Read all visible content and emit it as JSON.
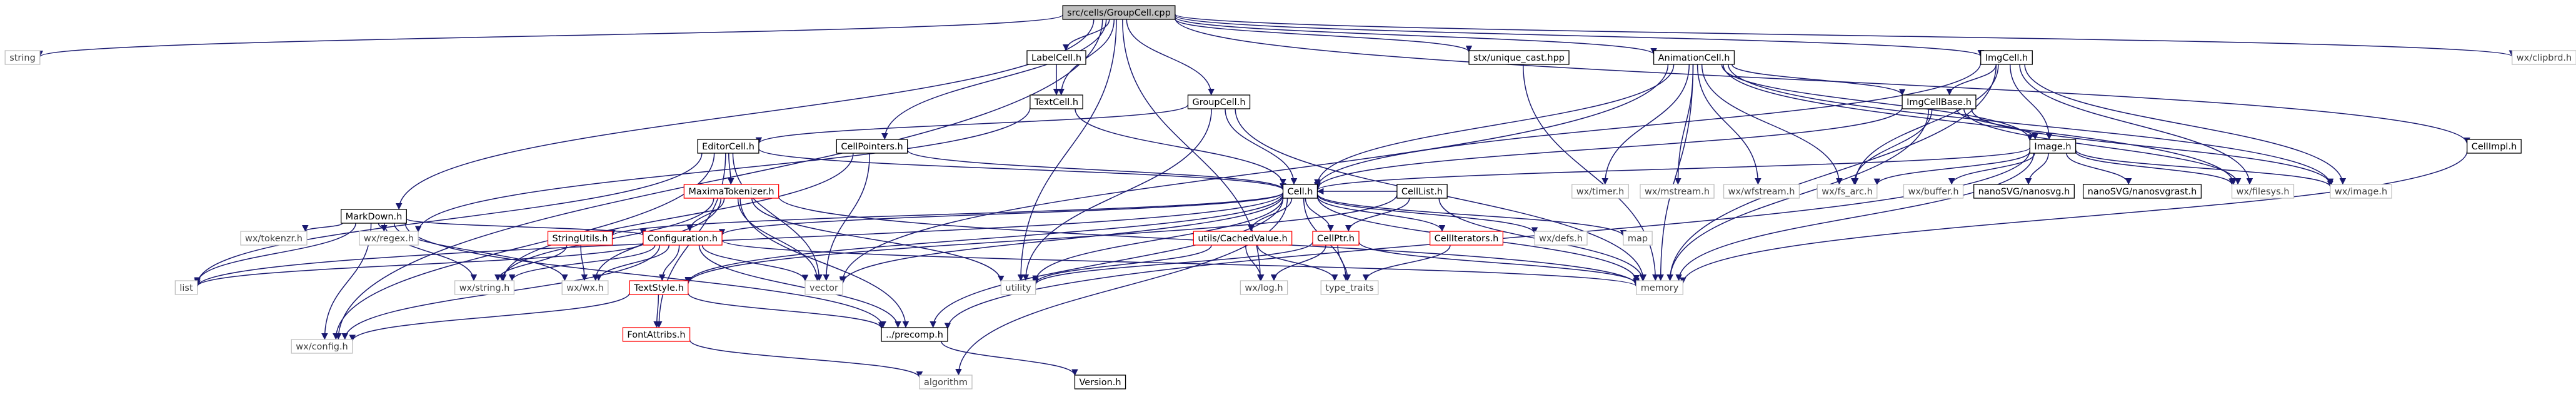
{
  "graph": {
    "colors": {
      "edge": "#191970",
      "sys_node_border": "#bfbfbf",
      "sys_node_text": "#404040",
      "project_node_border": "#000000",
      "project_node_text": "#000000",
      "flagged_node_border": "#ff0000",
      "root_fill": "#bfbfbf"
    },
    "nodes": [
      {
        "id": "root",
        "label": "src/cells/GroupCell.cpp",
        "kind": "root"
      },
      {
        "id": "string",
        "label": "string",
        "kind": "sys"
      },
      {
        "id": "wxconfig",
        "label": "wx/config.h",
        "kind": "sys"
      },
      {
        "id": "markdown",
        "label": "MarkDown.h",
        "kind": "project"
      },
      {
        "id": "labelcell",
        "label": "LabelCell.h",
        "kind": "project"
      },
      {
        "id": "textcell",
        "label": "TextCell.h",
        "kind": "project"
      },
      {
        "id": "cellpointers",
        "label": "CellPointers.h",
        "kind": "project"
      },
      {
        "id": "groupcellh",
        "label": "GroupCell.h",
        "kind": "project"
      },
      {
        "id": "stxunique",
        "label": "stx/unique_cast.hpp",
        "kind": "project"
      },
      {
        "id": "animationcell",
        "label": "AnimationCell.h",
        "kind": "project"
      },
      {
        "id": "imgcell",
        "label": "ImgCell.h",
        "kind": "project"
      },
      {
        "id": "wxclipbrd",
        "label": "wx/clipbrd.h",
        "kind": "sys"
      },
      {
        "id": "cellimpl",
        "label": "CellImpl.h",
        "kind": "project"
      },
      {
        "id": "editorcell",
        "label": "EditorCell.h",
        "kind": "project"
      },
      {
        "id": "maximatokenizer",
        "label": "MaximaTokenizer.h",
        "kind": "flagged"
      },
      {
        "id": "cellh",
        "label": "Cell.h",
        "kind": "project"
      },
      {
        "id": "celllist",
        "label": "CellList.h",
        "kind": "project"
      },
      {
        "id": "imgcellbase",
        "label": "ImgCellBase.h",
        "kind": "project"
      },
      {
        "id": "imageh",
        "label": "Image.h",
        "kind": "project"
      },
      {
        "id": "wxtimer",
        "label": "wx/timer.h",
        "kind": "sys"
      },
      {
        "id": "wxmstream",
        "label": "wx/mstream.h",
        "kind": "sys"
      },
      {
        "id": "wxwfstream",
        "label": "wx/wfstream.h",
        "kind": "sys"
      },
      {
        "id": "wxfsarc",
        "label": "wx/fs_arc.h",
        "kind": "sys"
      },
      {
        "id": "wxbuffer",
        "label": "wx/buffer.h",
        "kind": "sys"
      },
      {
        "id": "nanosvg",
        "label": "nanoSVG/nanosvg.h",
        "kind": "project"
      },
      {
        "id": "nanosvgrast",
        "label": "nanoSVG/nanosvgrast.h",
        "kind": "project"
      },
      {
        "id": "wxfilesys",
        "label": "wx/filesys.h",
        "kind": "sys"
      },
      {
        "id": "wximage",
        "label": "wx/image.h",
        "kind": "sys"
      },
      {
        "id": "wxtokenzr",
        "label": "wx/tokenzr.h",
        "kind": "sys"
      },
      {
        "id": "wxregex",
        "label": "wx/regex.h",
        "kind": "sys"
      },
      {
        "id": "list",
        "label": "list",
        "kind": "sys"
      },
      {
        "id": "stringutils",
        "label": "StringUtils.h",
        "kind": "flagged"
      },
      {
        "id": "configuration",
        "label": "Configuration.h",
        "kind": "flagged"
      },
      {
        "id": "cachedvalue",
        "label": "utils/CachedValue.h",
        "kind": "flagged"
      },
      {
        "id": "cellptr",
        "label": "CellPtr.h",
        "kind": "flagged"
      },
      {
        "id": "celliterators",
        "label": "CellIterators.h",
        "kind": "flagged"
      },
      {
        "id": "wxdefs",
        "label": "wx/defs.h",
        "kind": "sys"
      },
      {
        "id": "map",
        "label": "map",
        "kind": "sys"
      },
      {
        "id": "wxstring",
        "label": "wx/string.h",
        "kind": "sys"
      },
      {
        "id": "wxwx",
        "label": "wx/wx.h",
        "kind": "sys"
      },
      {
        "id": "vector",
        "label": "vector",
        "kind": "sys"
      },
      {
        "id": "utility",
        "label": "utility",
        "kind": "sys"
      },
      {
        "id": "wxlog",
        "label": "wx/log.h",
        "kind": "sys"
      },
      {
        "id": "typetraits",
        "label": "type_traits",
        "kind": "sys"
      },
      {
        "id": "memory",
        "label": "memory",
        "kind": "sys"
      },
      {
        "id": "textstyle",
        "label": "TextStyle.h",
        "kind": "flagged"
      },
      {
        "id": "precomp",
        "label": "../precomp.h",
        "kind": "project"
      },
      {
        "id": "fontattribs",
        "label": "FontAttribs.h",
        "kind": "flagged"
      },
      {
        "id": "algorithm",
        "label": "algorithm",
        "kind": "sys"
      },
      {
        "id": "versionh",
        "label": "Version.h",
        "kind": "project"
      }
    ],
    "edges": [
      [
        "root",
        "string"
      ],
      [
        "root",
        "wxconfig"
      ],
      [
        "root",
        "markdown"
      ],
      [
        "root",
        "labelcell"
      ],
      [
        "root",
        "textcell"
      ],
      [
        "root",
        "cellpointers"
      ],
      [
        "root",
        "groupcellh"
      ],
      [
        "root",
        "stxunique"
      ],
      [
        "root",
        "animationcell"
      ],
      [
        "root",
        "imgcell"
      ],
      [
        "root",
        "wxclipbrd"
      ],
      [
        "root",
        "cellimpl"
      ],
      [
        "root",
        "utility"
      ],
      [
        "root",
        "wxlog"
      ],
      [
        "labelcell",
        "textcell"
      ],
      [
        "textcell",
        "cellh"
      ],
      [
        "textcell",
        "wxregex"
      ],
      [
        "groupcellh",
        "editorcell"
      ],
      [
        "groupcellh",
        "cellh"
      ],
      [
        "groupcellh",
        "utility"
      ],
      [
        "groupcellh",
        "memory"
      ],
      [
        "cellpointers",
        "cellh"
      ],
      [
        "cellpointers",
        "vector"
      ],
      [
        "cellpointers",
        "wxstring"
      ],
      [
        "stxunique",
        "memory"
      ],
      [
        "animationcell",
        "cellh"
      ],
      [
        "animationcell",
        "imgcellbase"
      ],
      [
        "animationcell",
        "imageh"
      ],
      [
        "animationcell",
        "wxtimer"
      ],
      [
        "animationcell",
        "wxmstream"
      ],
      [
        "animationcell",
        "wxwfstream"
      ],
      [
        "animationcell",
        "wxfsarc"
      ],
      [
        "animationcell",
        "wxfilesys"
      ],
      [
        "animationcell",
        "wximage"
      ],
      [
        "animationcell",
        "vector"
      ],
      [
        "animationcell",
        "memory"
      ],
      [
        "imgcell",
        "imgcellbase"
      ],
      [
        "imgcell",
        "cellh"
      ],
      [
        "imgcell",
        "imageh"
      ],
      [
        "imgcell",
        "wxfsarc"
      ],
      [
        "imgcell",
        "wxfilesys"
      ],
      [
        "imgcell",
        "wximage"
      ],
      [
        "imgcell",
        "memory"
      ],
      [
        "imgcellbase",
        "cellh"
      ],
      [
        "imgcellbase",
        "imageh"
      ],
      [
        "imgcellbase",
        "wxfsarc"
      ],
      [
        "imgcellbase",
        "wxfilesys"
      ],
      [
        "imgcellbase",
        "wximage"
      ],
      [
        "imgcellbase",
        "memory"
      ],
      [
        "imageh",
        "wxbuffer"
      ],
      [
        "imageh",
        "nanosvg"
      ],
      [
        "imageh",
        "nanosvgrast"
      ],
      [
        "imageh",
        "wxfsarc"
      ],
      [
        "imageh",
        "wxfilesys"
      ],
      [
        "imageh",
        "wximage"
      ],
      [
        "imageh",
        "memory"
      ],
      [
        "imageh",
        "precomp"
      ],
      [
        "imageh",
        "cellh"
      ],
      [
        "cellimpl",
        "memory"
      ],
      [
        "editorcell",
        "maximatokenizer"
      ],
      [
        "editorcell",
        "cellh"
      ],
      [
        "editorcell",
        "fontattribs"
      ],
      [
        "editorcell",
        "list"
      ],
      [
        "editorcell",
        "vector"
      ],
      [
        "editorcell",
        "wxconfig"
      ],
      [
        "maximatokenizer",
        "configuration"
      ],
      [
        "maximatokenizer",
        "wxstring"
      ],
      [
        "maximatokenizer",
        "wxwx"
      ],
      [
        "maximatokenizer",
        "vector"
      ],
      [
        "maximatokenizer",
        "utility"
      ],
      [
        "maximatokenizer",
        "memory"
      ],
      [
        "maximatokenizer",
        "precomp"
      ],
      [
        "markdown",
        "wxconfig"
      ],
      [
        "markdown",
        "wxtokenzr"
      ],
      [
        "markdown",
        "wxregex"
      ],
      [
        "markdown",
        "list"
      ],
      [
        "markdown",
        "wxstring"
      ],
      [
        "markdown",
        "wxwx"
      ],
      [
        "markdown",
        "configuration"
      ],
      [
        "markdown",
        "precomp"
      ],
      [
        "cellh",
        "stringutils"
      ],
      [
        "cellh",
        "configuration"
      ],
      [
        "cellh",
        "cachedvalue"
      ],
      [
        "cellh",
        "cellptr"
      ],
      [
        "cellh",
        "celliterators"
      ],
      [
        "cellh",
        "wxdefs"
      ],
      [
        "cellh",
        "map"
      ],
      [
        "cellh",
        "memory"
      ],
      [
        "cellh",
        "vector"
      ],
      [
        "cellh",
        "utility"
      ],
      [
        "cellh",
        "algorithm"
      ],
      [
        "cellh",
        "typetraits"
      ],
      [
        "cellh",
        "textstyle"
      ],
      [
        "cellh",
        "precomp"
      ],
      [
        "cellh",
        "list"
      ],
      [
        "celllist",
        "cellh"
      ],
      [
        "celllist",
        "cellptr"
      ],
      [
        "celllist",
        "memory"
      ],
      [
        "celllist",
        "textstyle"
      ],
      [
        "stringutils",
        "wxstring"
      ],
      [
        "stringutils",
        "wxwx"
      ],
      [
        "configuration",
        "textstyle"
      ],
      [
        "configuration",
        "precomp"
      ],
      [
        "configuration",
        "wxconfig"
      ],
      [
        "configuration",
        "wxstring"
      ],
      [
        "configuration",
        "wxwx"
      ],
      [
        "configuration",
        "vector"
      ],
      [
        "configuration",
        "list"
      ],
      [
        "configuration",
        "memory"
      ],
      [
        "cachedvalue",
        "wxlog"
      ],
      [
        "cachedvalue",
        "typetraits"
      ],
      [
        "cachedvalue",
        "utility"
      ],
      [
        "cellptr",
        "wxlog"
      ],
      [
        "cellptr",
        "typetraits"
      ],
      [
        "cellptr",
        "utility"
      ],
      [
        "cellptr",
        "memory"
      ],
      [
        "celliterators",
        "typetraits"
      ],
      [
        "textstyle",
        "wxconfig"
      ],
      [
        "textstyle",
        "precomp"
      ],
      [
        "textstyle",
        "fontattribs"
      ],
      [
        "precomp",
        "versionh"
      ],
      [
        "fontattribs",
        "algorithm"
      ]
    ]
  }
}
